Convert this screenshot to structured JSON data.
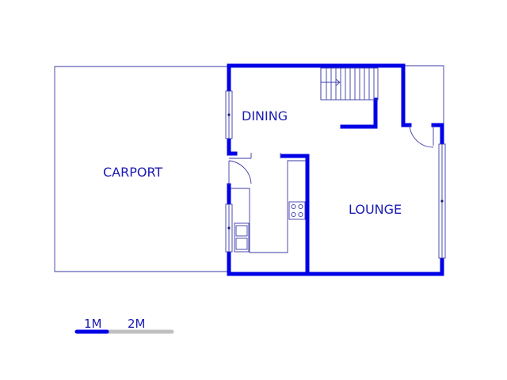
{
  "rooms": {
    "dining": "DINING",
    "carport": "CARPORT",
    "lounge": "LOUNGE"
  },
  "scale_bar": {
    "label_1": "1M",
    "label_2": "2M",
    "color_primary": "#0000e6",
    "color_secondary": "#c0c0c0"
  },
  "colors": {
    "wall": "#0000e6",
    "outline": "#3a3aa8",
    "text": "#1a1ab4"
  }
}
